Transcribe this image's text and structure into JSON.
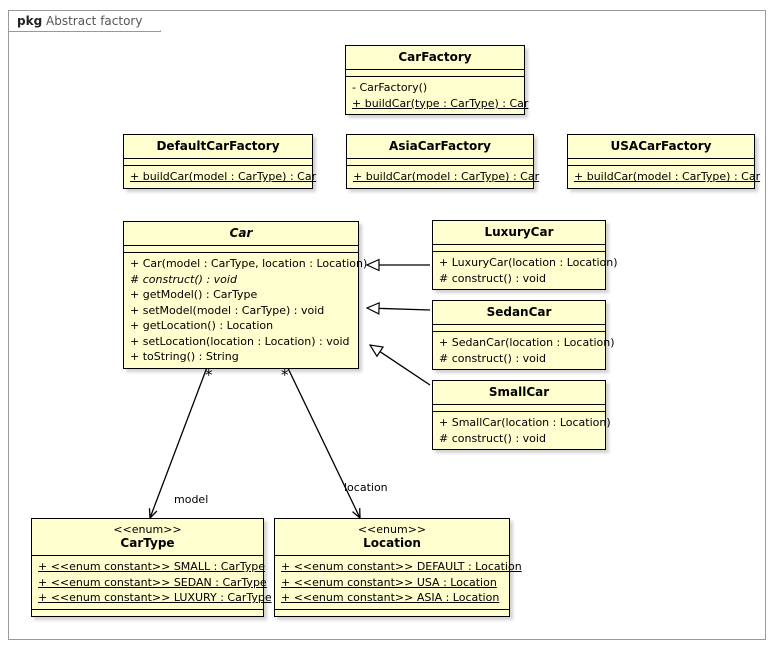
{
  "package": {
    "keyword": "pkg",
    "name": "Abstract factory"
  },
  "classes": {
    "car_factory": {
      "name": "CarFactory",
      "members": [
        "- CarFactory()",
        "+ buildCar(type : CarType) : Car"
      ]
    },
    "default_car_factory": {
      "name": "DefaultCarFactory",
      "members": [
        "+ buildCar(model : CarType) : Car"
      ]
    },
    "asia_car_factory": {
      "name": "AsiaCarFactory",
      "members": [
        "+ buildCar(model : CarType) : Car"
      ]
    },
    "usa_car_factory": {
      "name": "USACarFactory",
      "members": [
        "+ buildCar(model : CarType) : Car"
      ]
    },
    "car": {
      "name": "Car",
      "members": [
        "+ Car(model : CarType, location : Location)",
        "# construct() : void",
        "+ getModel() : CarType",
        "+ setModel(model : CarType) : void",
        "+ getLocation() : Location",
        "+ setLocation(location : Location) : void",
        "+ toString() : String"
      ]
    },
    "luxury_car": {
      "name": "LuxuryCar",
      "members": [
        "+ LuxuryCar(location : Location)",
        "# construct() : void"
      ]
    },
    "sedan_car": {
      "name": "SedanCar",
      "members": [
        "+ SedanCar(location : Location)",
        "# construct() : void"
      ]
    },
    "small_car": {
      "name": "SmallCar",
      "members": [
        "+ SmallCar(location : Location)",
        "# construct() : void"
      ]
    },
    "car_type": {
      "stereotype": "<<enum>>",
      "name": "CarType",
      "members": [
        "+ <<enum constant>> SMALL : CarType",
        "+ <<enum constant>> SEDAN : CarType",
        "+ <<enum constant>> LUXURY : CarType"
      ]
    },
    "location": {
      "stereotype": "<<enum>>",
      "name": "Location",
      "members": [
        "+ <<enum constant>> DEFAULT : Location",
        "+ <<enum constant>> USA : Location",
        "+ <<enum constant>> ASIA : Location"
      ]
    }
  },
  "edges": {
    "model_label": "model",
    "location_label": "location",
    "multiplicity": "*"
  },
  "colors": {
    "class_fill": "#FEFECE",
    "class_border": "#000000",
    "frame_border": "#999999",
    "background": "#FFFFFF"
  }
}
